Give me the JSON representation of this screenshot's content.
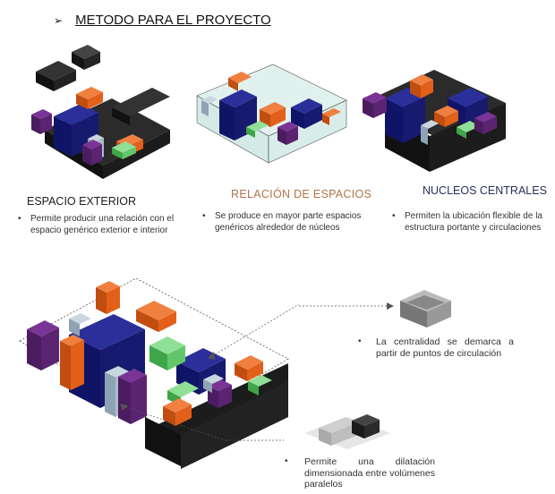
{
  "header": {
    "bullet_icon": "arrow-right-icon",
    "title": "METODO PARA EL PROYECTO"
  },
  "panels": [
    {
      "caption": "ESPACIO EXTERIOR",
      "text": "Permite producir una relación con el espacio genérico exterior e interior"
    },
    {
      "caption": "RELACIÓN DE  ESPACIOS",
      "text": "Se produce en  mayor parte espacios genéricos alrededor de núcleos"
    },
    {
      "caption": "NUCLEOS CENTRALES",
      "text": "Permiten la ubicación flexible de la estructura portante y circulaciones"
    }
  ],
  "callouts": [
    {
      "text": "La centralidad se demarca a partir de puntos de circulación"
    },
    {
      "text": "Permite una dilatación dimensionada entre volúmenes paralelos"
    }
  ],
  "colors": {
    "orange": "#e2601a",
    "navy": "#171a6e",
    "purple": "#5a2470",
    "lightblue": "#a9bccb",
    "green": "#63c66a",
    "black": "#1a1a1a",
    "glass": "#a9d6cf",
    "caption_brown": "#b0744a",
    "caption_navy": "#26305a"
  }
}
